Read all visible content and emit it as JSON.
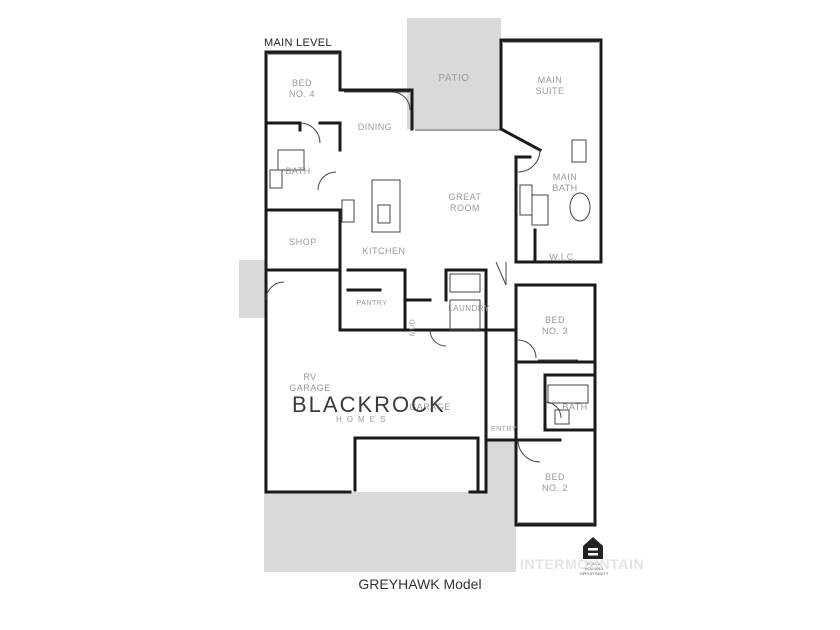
{
  "header": {
    "level": "MAIN LEVEL"
  },
  "rooms": {
    "bed4": [
      "BED",
      "NO. 4"
    ],
    "dining": [
      "DINING"
    ],
    "patio": [
      "PATIO"
    ],
    "main_suite": [
      "MAIN",
      "SUITE"
    ],
    "bath": [
      "BATH"
    ],
    "great_room": [
      "GREAT",
      "ROOM"
    ],
    "main_bath": [
      "MAIN",
      "BATH"
    ],
    "shop": [
      "SHOP"
    ],
    "kitchen": [
      "KITCHEN"
    ],
    "wic": [
      "W.I.C."
    ],
    "pantry": [
      "PANTRY"
    ],
    "laundry": [
      "LAUNDRY"
    ],
    "mud": [
      "MUD"
    ],
    "bed3": [
      "BED",
      "NO. 3"
    ],
    "rv_garage": [
      "RV",
      "GARAGE"
    ],
    "garage": [
      "GARAGE"
    ],
    "bath2": [
      "BATH"
    ],
    "entry": [
      "ENTRY"
    ],
    "bed2": [
      "BED",
      "NO. 2"
    ]
  },
  "brand": {
    "name": "BLACKROCK",
    "sub": "HOMES"
  },
  "watermark": "INTERMOUNTAIN",
  "equal_housing": "EQUAL HOUSING OPPORTUNITY",
  "model_name": "GREYHAWK Model",
  "colors": {
    "wall": "#1a1a1a",
    "outdoor": "#d9d9d9",
    "label": "#9a9a9a"
  }
}
